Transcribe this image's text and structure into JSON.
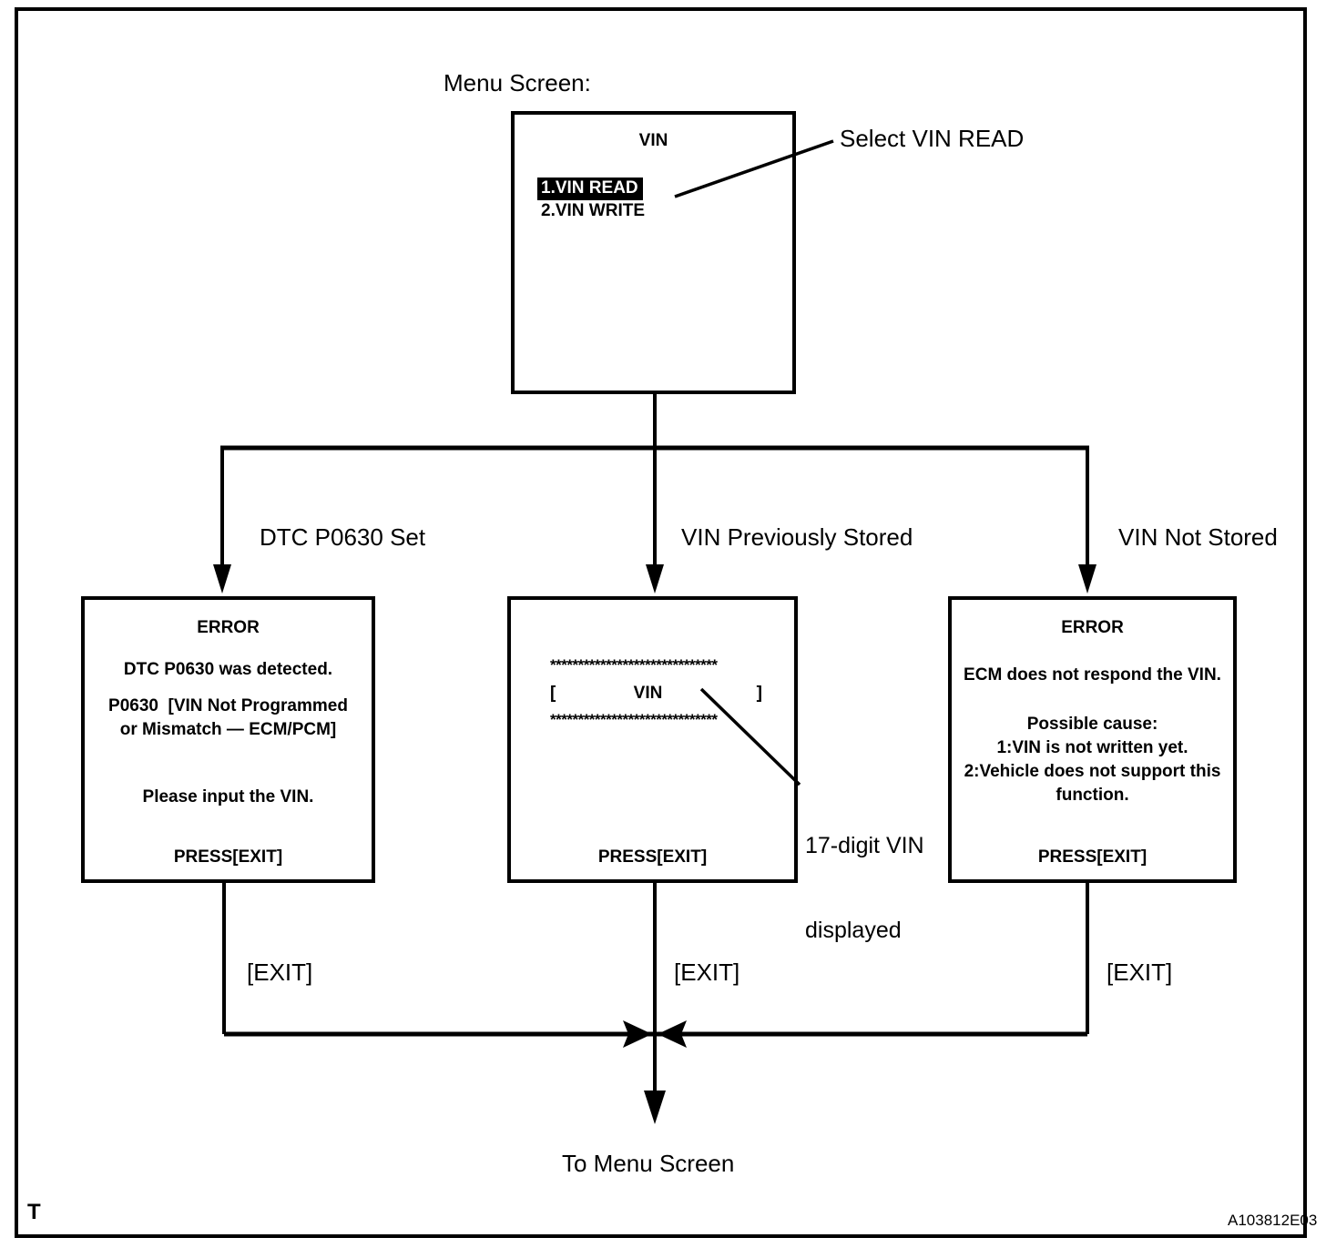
{
  "figure": {
    "id": "A103812E03",
    "corner_mark": "T",
    "top_label": "Menu Screen:",
    "callout_select": "Select VIN READ",
    "callout_vin": "17-digit VIN\ndisplayed",
    "callout_vin_line1": "17-digit VIN",
    "callout_vin_line2": "displayed",
    "bottom_label": "To Menu Screen"
  },
  "menu_screen": {
    "title": "VIN",
    "items": [
      {
        "label": "1.VIN READ",
        "selected": true
      },
      {
        "label": "2.VIN WRITE",
        "selected": false
      }
    ]
  },
  "branches": [
    {
      "label": "DTC P0630 Set"
    },
    {
      "label": "VIN Previously Stored"
    },
    {
      "label": "VIN Not Stored"
    }
  ],
  "exit_labels": [
    "[EXIT]",
    "[EXIT]",
    "[EXIT]"
  ],
  "screens": {
    "error_dtc": {
      "title": "ERROR",
      "line1": "DTC P0630 was detected.",
      "line2": "P0630  [VIN Not Programmed",
      "line3": "or Mismatch — ECM/PCM]",
      "line4": "Please input the VIN.",
      "footer": "PRESS[EXIT]"
    },
    "vin_stored": {
      "stars": "******************************",
      "bracket_open": "[",
      "vin_text": "VIN",
      "bracket_close": "]",
      "footer": "PRESS[EXIT]"
    },
    "error_no_response": {
      "title": "ERROR",
      "line1": "ECM does not respond the VIN.",
      "line2": "Possible cause:",
      "line3": "1:VIN is not written yet.",
      "line4": "2:Vehicle does not support this",
      "line5": "function.",
      "footer": "PRESS[EXIT]"
    }
  },
  "colors": {
    "ink": "#000000",
    "paper": "#ffffff"
  }
}
